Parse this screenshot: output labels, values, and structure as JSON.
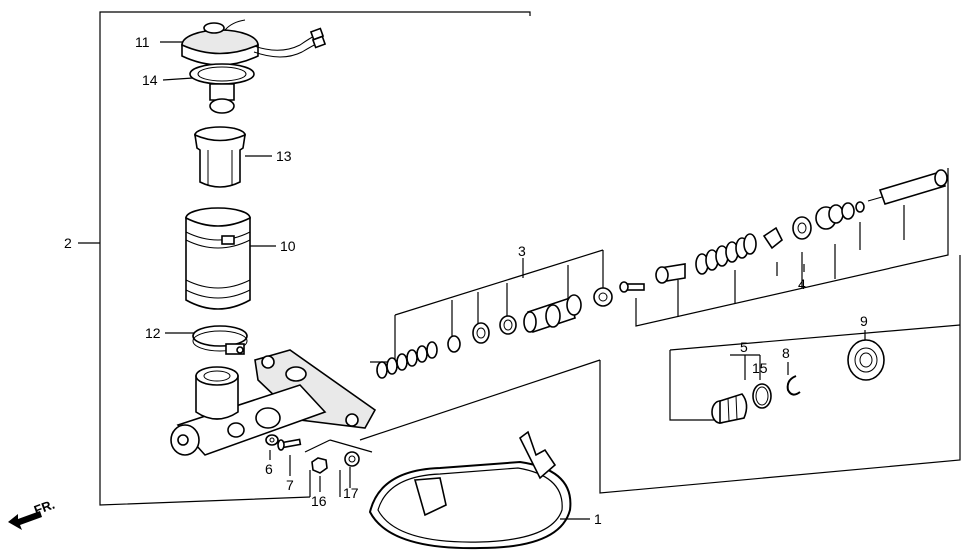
{
  "labels": {
    "p1": "1",
    "p2": "2",
    "p3": "3",
    "p4": "4",
    "p5": "5",
    "p6": "6",
    "p7": "7",
    "p8": "8",
    "p9": "9",
    "p10": "10",
    "p11": "11",
    "p12": "12",
    "p13": "13",
    "p14": "14",
    "p15": "15",
    "p16": "16",
    "p17": "17"
  },
  "direction_label": "FR."
}
